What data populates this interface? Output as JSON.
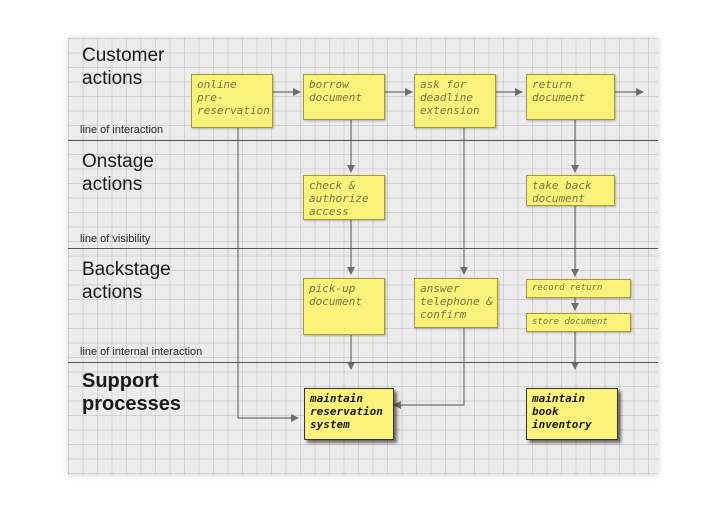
{
  "lanes": [
    {
      "title": "Customer\nactions"
    },
    {
      "title": "Onstage\nactions"
    },
    {
      "title": "Backstage\nactions"
    },
    {
      "title": "Support\nprocesses"
    }
  ],
  "separators": [
    {
      "label": "line of interaction"
    },
    {
      "label": "line of visibility"
    },
    {
      "label": "line of internal interaction"
    }
  ],
  "notes": {
    "online_prereservation": "online\npre-\nreservation",
    "borrow_document": "borrow\ndocument",
    "ask_deadline_extension": "ask for\ndeadline\nextension",
    "return_document": "return\ndocument",
    "check_authorize_access": "check &\nauthorize\naccess",
    "take_back_document": "take back\ndocument",
    "pickup_document": "pick-up\ndocument",
    "answer_telephone_confirm": "answer\ntelephone &\nconfirm",
    "record_return": "record return",
    "store_document": "store document",
    "maintain_reservation_system": "maintain\nreservation\nsystem",
    "maintain_book_inventory": "maintain\nbook\ninventory"
  },
  "colors": {
    "note_fill": "#faf27a",
    "note_text": "#7a7346",
    "background": "#ececec",
    "connector": "#6e6e6e"
  }
}
